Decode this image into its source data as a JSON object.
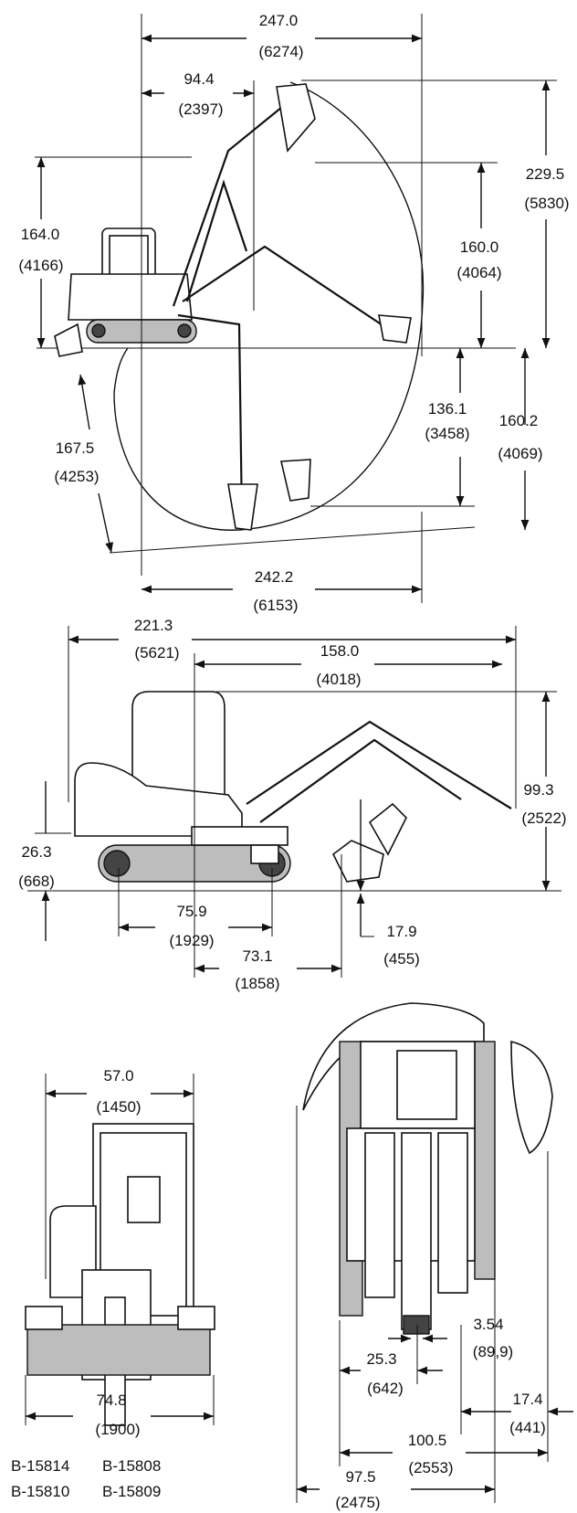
{
  "views": {
    "side_reach": {
      "dims": [
        {
          "id": "overall-reach",
          "in": "247.0",
          "mm": "(6274)"
        },
        {
          "id": "min-swing-radius",
          "in": "94.4",
          "mm": "(2397)"
        },
        {
          "id": "max-dump-height",
          "in": "164.0",
          "mm": "(4166)"
        },
        {
          "id": "max-dig-height",
          "in": "229.5",
          "mm": "(5830)"
        },
        {
          "id": "dump-height",
          "in": "160.0",
          "mm": "(4064)"
        },
        {
          "id": "vertical-wall-depth",
          "in": "136.1",
          "mm": "(3458)"
        },
        {
          "id": "max-dig-depth",
          "in": "160.2",
          "mm": "(4069)"
        },
        {
          "id": "boom-reach-ground",
          "in": "167.5",
          "mm": "(4253)"
        },
        {
          "id": "reach-at-ground",
          "in": "242.2",
          "mm": "(6153)"
        }
      ]
    },
    "side_transport": {
      "dims": [
        {
          "id": "transport-length",
          "in": "221.3",
          "mm": "(5621)"
        },
        {
          "id": "tail-to-front",
          "in": "158.0",
          "mm": "(4018)"
        },
        {
          "id": "transport-height",
          "in": "99.3",
          "mm": "(2522)"
        },
        {
          "id": "counterweight-clearance",
          "in": "26.3",
          "mm": "(668)"
        },
        {
          "id": "track-length",
          "in": "75.9",
          "mm": "(1929)"
        },
        {
          "id": "track-to-blade",
          "in": "73.1",
          "mm": "(1858)"
        },
        {
          "id": "blade-height",
          "in": "17.9",
          "mm": "(455)"
        }
      ]
    },
    "front": {
      "dims": [
        {
          "id": "cab-width",
          "in": "57.0",
          "mm": "(1450)"
        },
        {
          "id": "track-width",
          "in": "74.8",
          "mm": "(1900)"
        }
      ]
    },
    "top": {
      "dims": [
        {
          "id": "boom-offset",
          "in": "3.54",
          "mm": "(89,9)"
        },
        {
          "id": "offset-left",
          "in": "25.3",
          "mm": "(642)"
        },
        {
          "id": "offset-right",
          "in": "17.4",
          "mm": "(441)"
        },
        {
          "id": "swing-width",
          "in": "100.5",
          "mm": "(2553)"
        },
        {
          "id": "tail-swing-width",
          "in": "97.5",
          "mm": "(2475)"
        }
      ]
    }
  },
  "figure_codes": [
    "B-15814",
    "B-15808",
    "B-15810",
    "B-15809"
  ]
}
